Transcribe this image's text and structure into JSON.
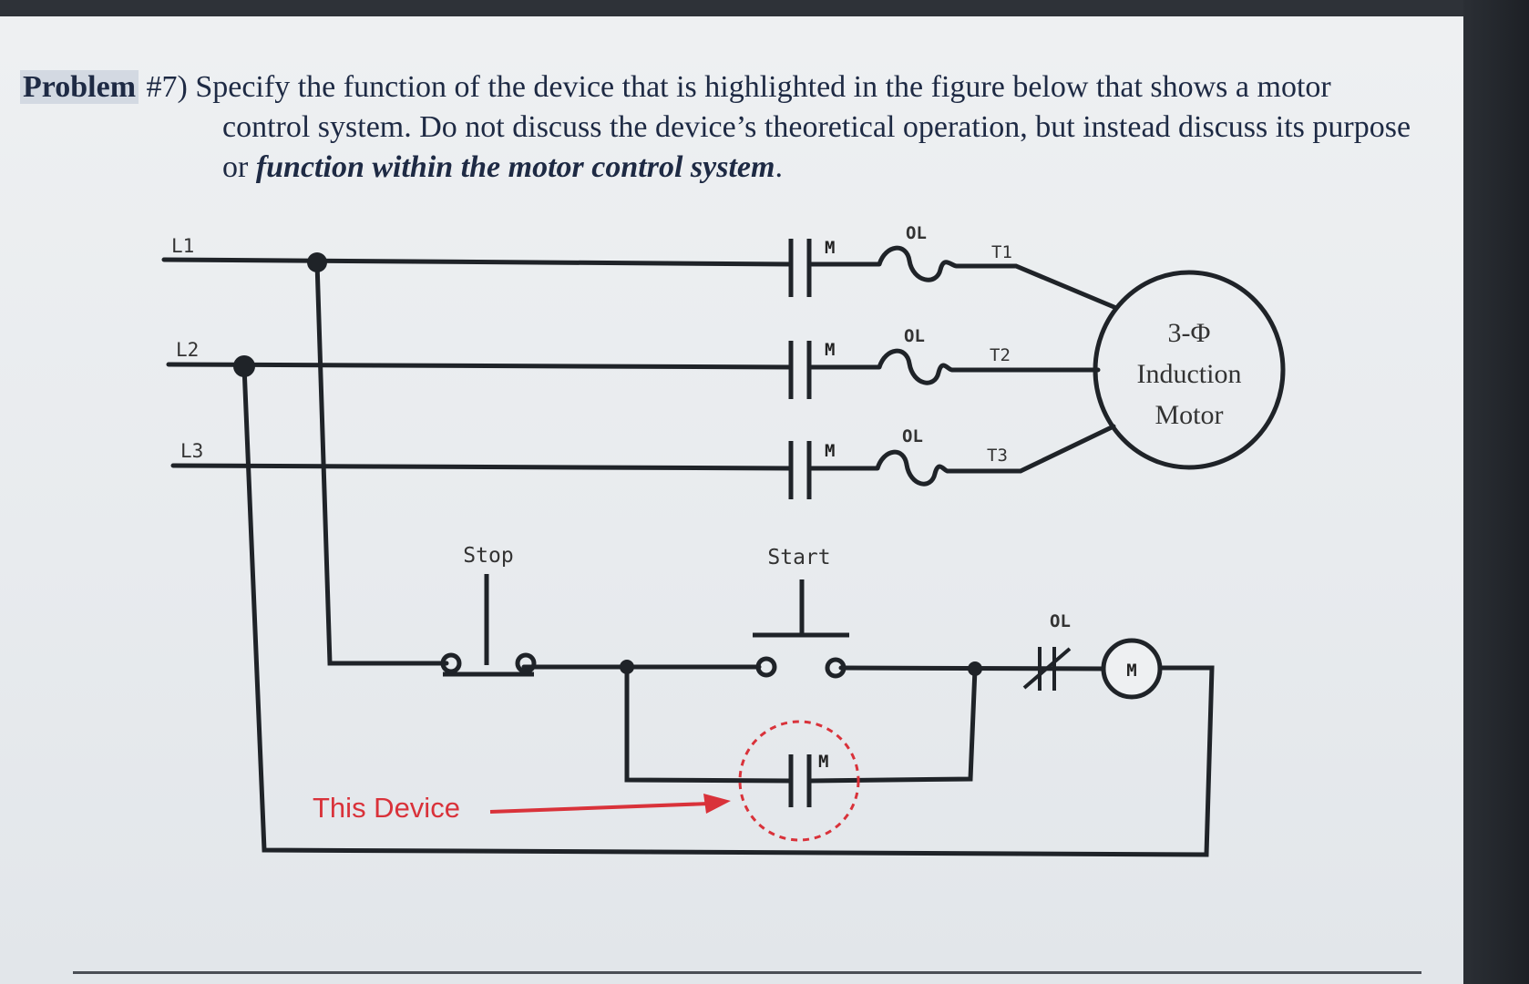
{
  "problem": {
    "label": "Problem",
    "number": "#7)",
    "line1": "Specify the function of the device that is highlighted in the figure below that shows a motor",
    "line2": "control system.  Do not discuss the device’s theoretical operation, but instead discuss its purpose",
    "line3_prefix": "or ",
    "line3_emph": "function within the motor control system",
    "line3_suffix": "."
  },
  "diagram": {
    "lines": [
      "L1",
      "L2",
      "L3"
    ],
    "contact_label": "M",
    "overload_label": "OL",
    "terminals": [
      "T1",
      "T2",
      "T3"
    ],
    "motor": {
      "phase": "3-Φ",
      "line2": "Induction",
      "line3": "Motor"
    },
    "stop_label": "Stop",
    "start_label": "Start",
    "coil_label": "M",
    "ol_contact_label": "OL",
    "holding_contact_label": "M",
    "callout": "This Device",
    "colors": {
      "wire": "#1f2328",
      "callout": "#d9323a",
      "highlight": "#d9323a"
    }
  }
}
